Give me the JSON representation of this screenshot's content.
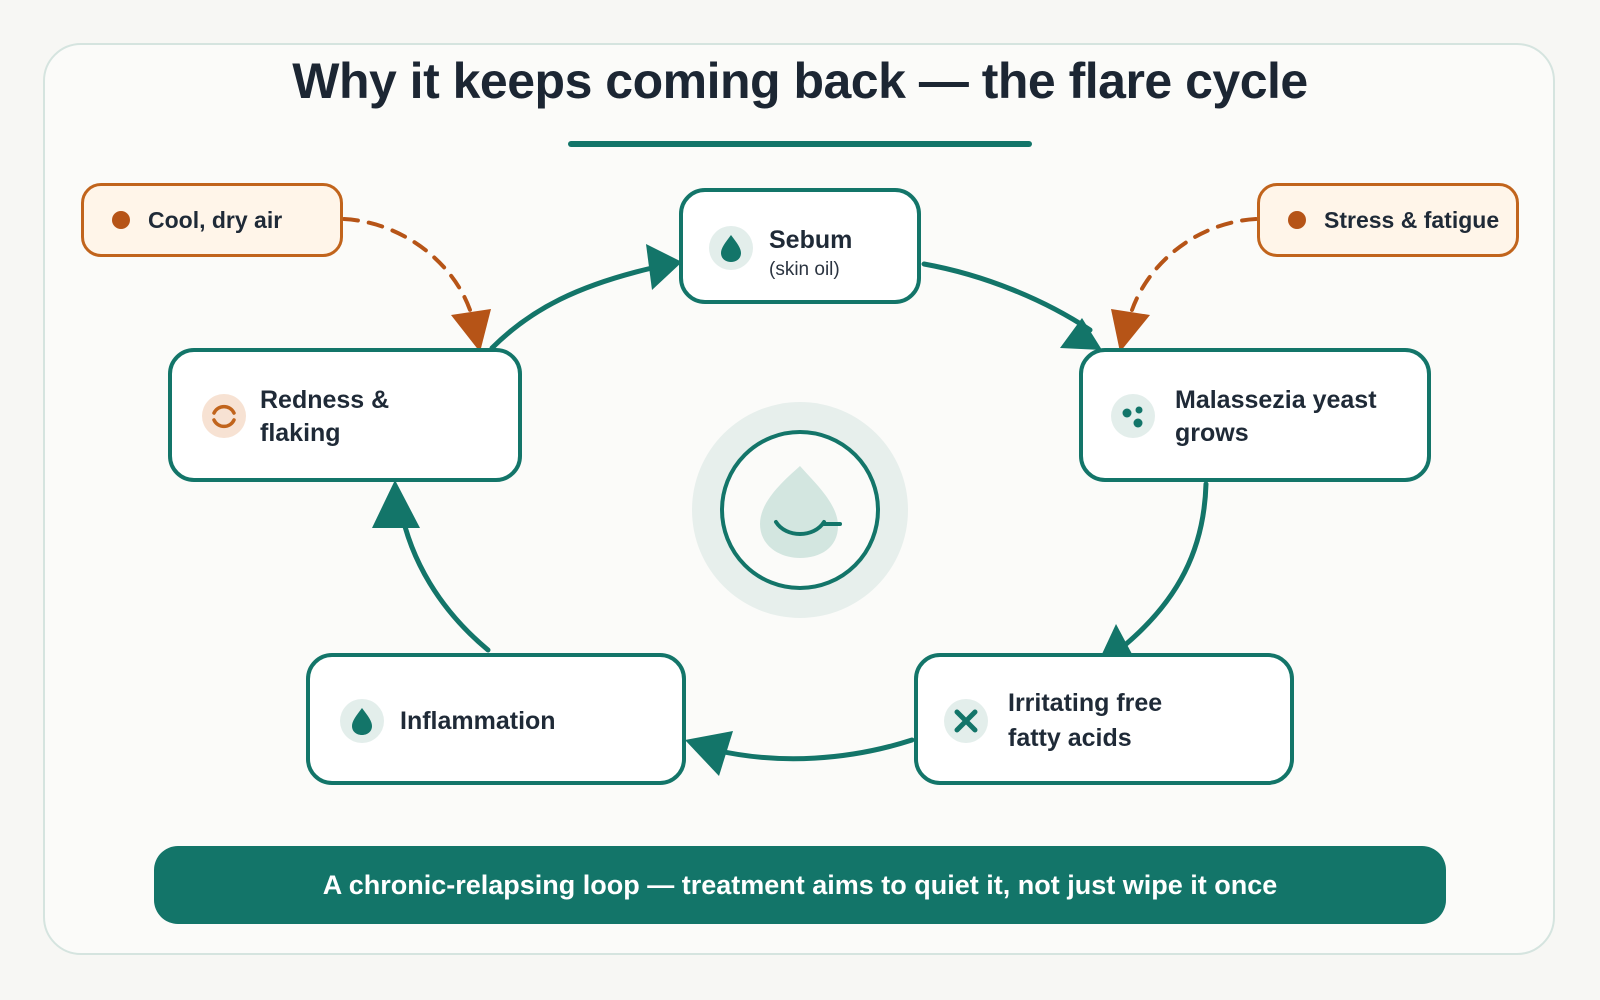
{
  "title": "Why it keeps coming back — the flare cycle",
  "cycle": {
    "sebum": {
      "label": "Sebum",
      "sublabel": "(skin oil)",
      "icon": "droplet-icon"
    },
    "yeast": {
      "label_line1": "Malassezia yeast",
      "label_line2": "grows",
      "icon": "yeast-dots-icon"
    },
    "acids": {
      "label_line1": "Irritating free",
      "label_line2": "fatty acids",
      "icon": "x-mark-icon"
    },
    "inflammation": {
      "label": "Inflammation",
      "icon": "droplet-icon"
    },
    "redness": {
      "label_line1": "Redness &",
      "label_line2": "flaking",
      "icon": "flaking-icon"
    }
  },
  "triggers": {
    "left": {
      "label": "Cool, dry air"
    },
    "right": {
      "label": "Stress & fatigue"
    }
  },
  "center_icon": "skin-droplet-icon",
  "banner": "A chronic-relapsing loop — treatment aims to quiet it, not just wipe it once",
  "colors": {
    "teal": "#137569",
    "orange": "#b65417",
    "trigger_fill": "#fff5e9",
    "icon_bg": "#e3eeeb",
    "background": "#fbfbf9"
  }
}
